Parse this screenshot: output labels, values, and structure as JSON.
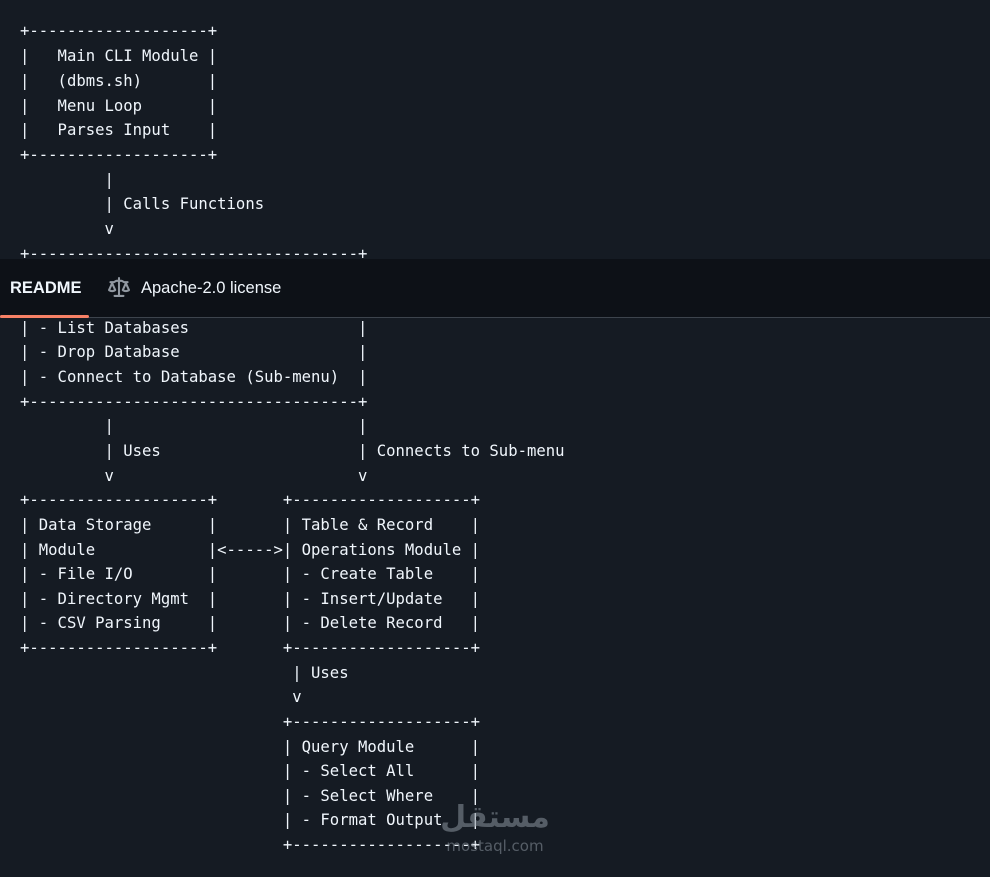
{
  "readme_lines_top": [
    "+-------------------+",
    "|   Main CLI Module |",
    "|   (dbms.sh)       |",
    "|   Menu Loop       |",
    "|   Parses Input    |",
    "+-------------------+",
    "         |",
    "         | Calls Functions",
    "         v",
    "+-----------------------------------+"
  ],
  "readme_lines_bottom": [
    "| - List Databases                  |",
    "| - Drop Database                   |",
    "| - Connect to Database (Sub-menu)  |",
    "+-----------------------------------+",
    "         |                          |",
    "         | Uses                     | Connects to Sub-menu",
    "         v                          v",
    "+-------------------+       +-------------------+",
    "| Data Storage      |       | Table & Record    |",
    "| Module            |<----->| Operations Module |",
    "| - File I/O        |       | - Create Table    |",
    "| - Directory Mgmt  |       | - Insert/Update   |",
    "| - CSV Parsing     |       | - Delete Record   |",
    "+-------------------+       +-------------------+",
    "                             | Uses",
    "                             v",
    "                            +-------------------+",
    "                            | Query Module      |",
    "                            | - Select All      |",
    "                            | - Select Where    |",
    "                            | - Format Output   |",
    "                            +-------------------+"
  ],
  "tabs": {
    "readme": "README",
    "license": "Apache-2.0 license"
  },
  "icons": {
    "license_icon": "law-scale-icon"
  },
  "watermark": {
    "arabic": "مستقل",
    "latin": "mostaql.com"
  },
  "colors": {
    "background": "#151b23",
    "bar_background": "#0d1117",
    "text": "#f0f6fc",
    "accent_underline": "#f78166"
  }
}
